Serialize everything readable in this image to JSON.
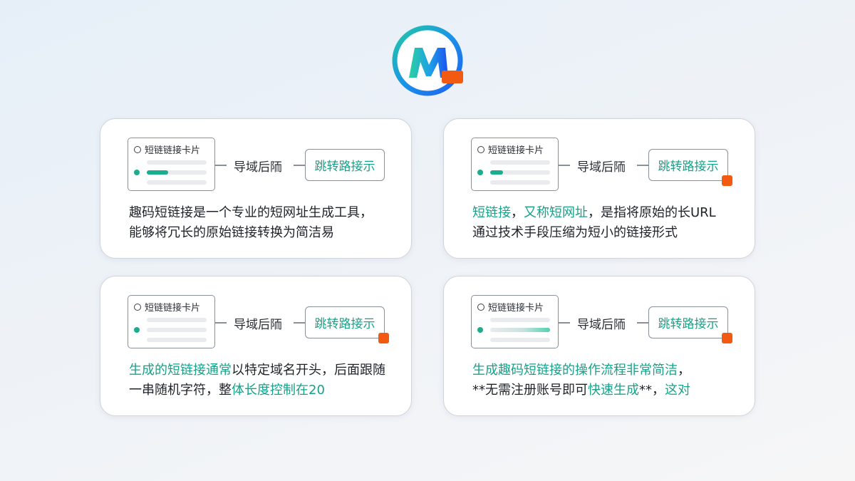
{
  "logo": {
    "letter": "M",
    "ring_colors": [
      "#1ec3a0",
      "#1e6bf0"
    ],
    "badge_color": "#f25a12"
  },
  "colors": {
    "accent": "#17a288",
    "orange": "#f25a12",
    "border": "#8a9099",
    "text": "#1f2329"
  },
  "cards": [
    {
      "mini_title": "短链链接卡片",
      "middle_label": "导域后陑",
      "target_label": "跳转路接示",
      "fill": "solid-short",
      "has_corner_badge": false,
      "desc_lines": [
        [
          {
            "text": "趣码短链接是一个专业的短网址生成工具，",
            "hl": false
          }
        ],
        [
          {
            "text": "能够将冗长的原始链接转换为简洁易",
            "hl": false
          }
        ]
      ]
    },
    {
      "mini_title": "短链链接卡片",
      "middle_label": "导域后陑",
      "target_label": "跳转路接示",
      "fill": "solid-tiny",
      "has_corner_badge": true,
      "desc_lines": [
        [
          {
            "text": "短链接",
            "hl": true
          },
          {
            "text": "，",
            "hl": false
          },
          {
            "text": "又称短网址",
            "hl": true
          },
          {
            "text": "，是指将原始的长URL",
            "hl": false
          }
        ],
        [
          {
            "text": "通过技术手段压缩为短小的链接形式",
            "hl": false
          }
        ]
      ]
    },
    {
      "mini_title": "短链链接卡片",
      "middle_label": "导域后陑",
      "target_label": "跳转路接示",
      "fill": "none",
      "has_corner_badge": true,
      "desc_lines": [
        [
          {
            "text": "生成的短链接通常",
            "hl": true
          },
          {
            "text": "以特定域名开头，后面跟随",
            "hl": false
          }
        ],
        [
          {
            "text": "一串随机字符，整",
            "hl": false
          },
          {
            "text": "体长度控制在20",
            "hl": true
          }
        ]
      ]
    },
    {
      "mini_title": "短链链接卡片",
      "middle_label": "导域后陑",
      "target_label": "跳转路接示",
      "fill": "gradient",
      "has_corner_badge": true,
      "desc_lines": [
        [
          {
            "text": "生成趣码短链接的操作流程非常简洁",
            "hl": true
          },
          {
            "text": "，",
            "hl": false
          }
        ],
        [
          {
            "text": "**无需注册账号即可",
            "hl": false
          },
          {
            "text": "快速生成",
            "hl": true
          },
          {
            "text": "**，",
            "hl": false
          },
          {
            "text": "这对",
            "hl": true
          }
        ]
      ]
    }
  ]
}
